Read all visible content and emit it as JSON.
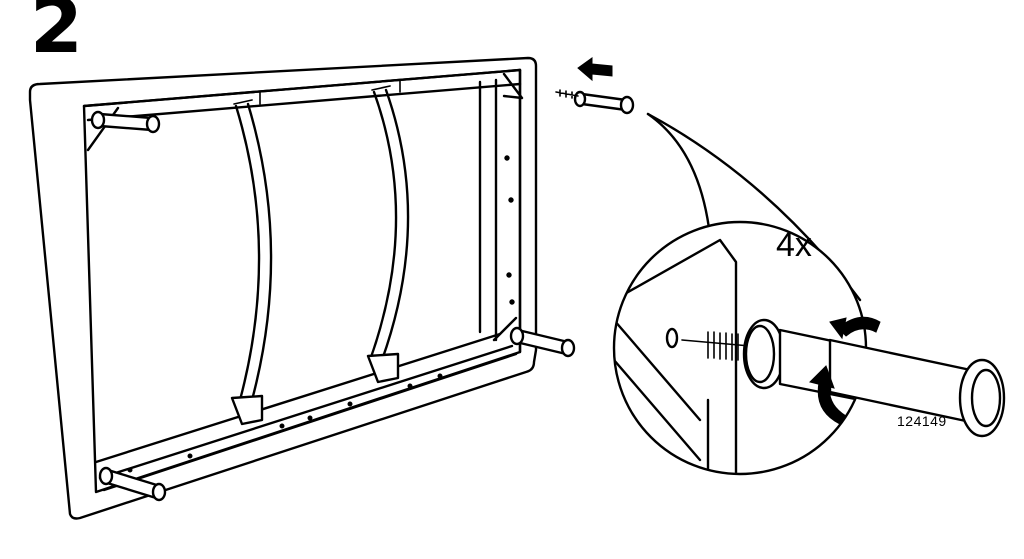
{
  "step": {
    "number": "2"
  },
  "callout": {
    "quantity": "4x"
  },
  "part": {
    "code": "124149"
  },
  "colors": {
    "line": "#000000",
    "background": "#ffffff"
  },
  "icons": [
    "push-arrow-icon",
    "rotate-arrow-icon",
    "rotate-arrow-icon"
  ]
}
